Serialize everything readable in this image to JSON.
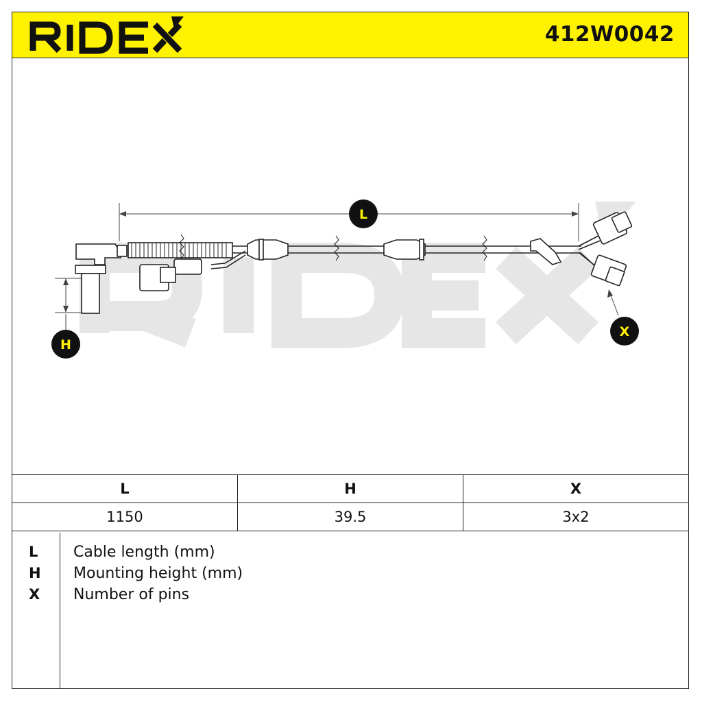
{
  "header": {
    "brand": "RIDEX",
    "part_number": "412W0042",
    "background_color": "#fff200"
  },
  "diagram": {
    "watermark": "RIDEX",
    "callouts": {
      "length": "L",
      "height": "H",
      "pins": "X"
    }
  },
  "spec_table": {
    "headers": [
      "L",
      "H",
      "X"
    ],
    "values": [
      "1150",
      "39.5",
      "3x2"
    ]
  },
  "legend": [
    {
      "key": "L",
      "text": "Cable length (mm)"
    },
    {
      "key": "H",
      "text": "Mounting height (mm)"
    },
    {
      "key": "X",
      "text": "Number of pins"
    }
  ]
}
